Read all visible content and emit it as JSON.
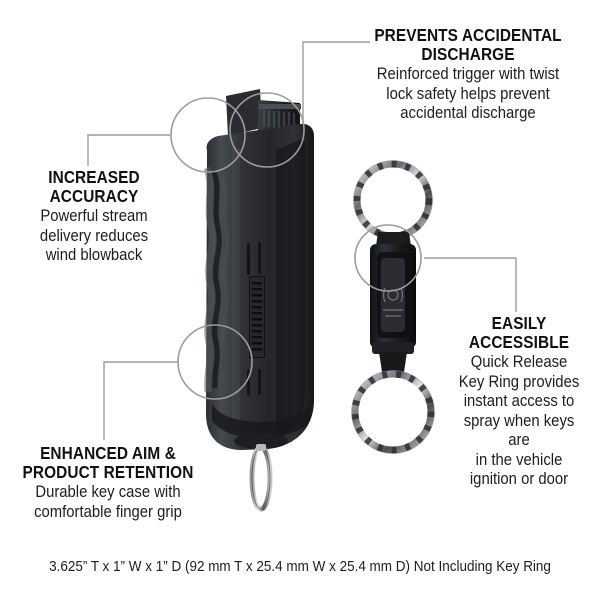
{
  "product": {
    "name": "pepper-spray-key-case",
    "accessory": "quick-release-key-ring",
    "colors": {
      "case_dark": "#1b1c1e",
      "case_mid": "#34363a",
      "case_light": "#4a4d52",
      "metal_light": "#d8d8da",
      "metal_dark": "#5c5c60",
      "callout_stroke": "#9c9c9c",
      "text": "#1a1a1a",
      "background": "#ffffff"
    }
  },
  "callouts": [
    {
      "id": "increased-accuracy",
      "heading_lines": [
        "INCREASED",
        "ACCURACY"
      ],
      "body_lines": [
        "Powerful stream",
        "delivery reduces",
        "wind blowback"
      ]
    },
    {
      "id": "prevents-accidental-discharge",
      "heading_lines": [
        "PREVENTS ACCIDENTAL",
        "DISCHARGE"
      ],
      "body_lines": [
        "Reinforced trigger with twist",
        "lock safety helps prevent",
        "accidental discharge"
      ]
    },
    {
      "id": "enhanced-aim-product-retention",
      "heading_lines": [
        "ENHANCED AIM &",
        "PRODUCT RETENTION"
      ],
      "body_lines": [
        "Durable key case with",
        "comfortable finger grip"
      ]
    },
    {
      "id": "easily-accessible",
      "heading_lines": [
        "EASILY",
        "ACCESSIBLE"
      ],
      "body_lines": [
        "Quick Release",
        "Key Ring provides",
        "instant access to",
        "spray when keys are",
        "in the vehicle",
        "ignition or door"
      ]
    }
  ],
  "caption": "3.625” T x 1” W x 1” D (92 mm T x 25.4 mm W x 25.4 mm D) Not Including Key Ring"
}
